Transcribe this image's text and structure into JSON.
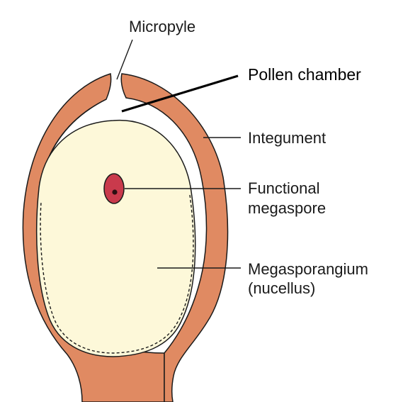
{
  "diagram": {
    "labels": {
      "micropyle": "Micropyle",
      "pollen_chamber": "Pollen chamber",
      "integument": "Integument",
      "functional_megaspore_line1": "Functional",
      "functional_megaspore_line2": "megaspore",
      "megasporangium_line1": "Megasporangium",
      "megasporangium_line2": "(nucellus)"
    },
    "colors": {
      "integument_fill": "#e08a62",
      "integument_outline": "#1a1a1a",
      "nucellus_fill": "#fdf8d9",
      "megaspore_fill": "#c93a4c",
      "megaspore_nucleus": "#2b0f12",
      "leader_line": "#1a1a1a",
      "background": "#ffffff"
    }
  }
}
